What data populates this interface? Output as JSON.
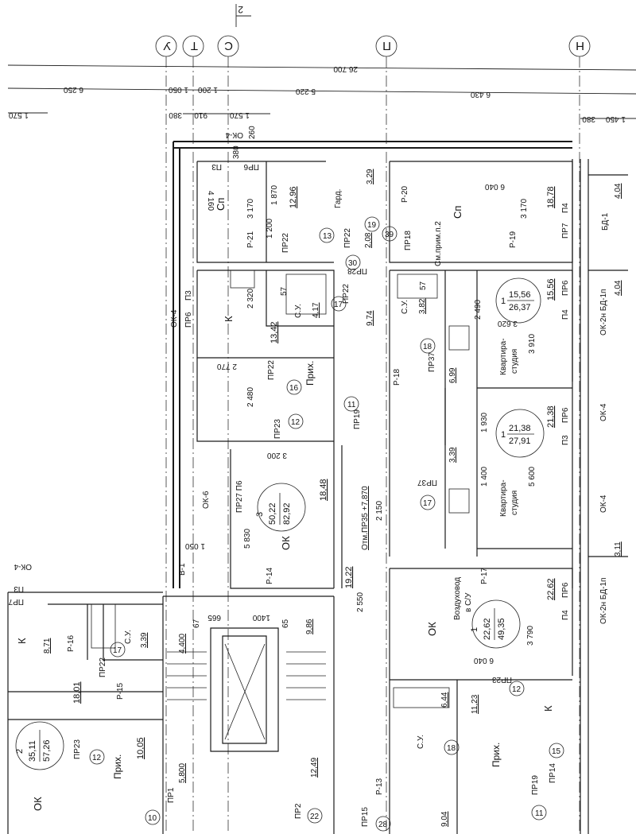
{
  "section_marker": "2",
  "axes": [
    "У",
    "Т",
    "С",
    "П",
    "Н"
  ],
  "dims_top": {
    "total": "26 700",
    "d1": "6 250",
    "d2": "1 050",
    "d3": "1 200",
    "d4": "5 220",
    "d5": "6 430",
    "s1": "1 570",
    "s2": "380",
    "s3": "910",
    "s4": "1 570",
    "s5": "380",
    "s6": "1 450",
    "ok4": "ОК-4",
    "w260": "260",
    "w380": "380"
  },
  "bedroom_left": {
    "name": "Сп",
    "area": "12,96",
    "tag": "Р-21",
    "door": "ПР22",
    "w": "4 160",
    "h1": "1 870",
    "h2": "3 170",
    "h3": "1 200",
    "p3": "П3",
    "pr6": "ПР6"
  },
  "wardrobe": {
    "name": "Гард.",
    "area": "3,29",
    "area2": "2,08",
    "door": "ПР22",
    "mark": "13",
    "mark2": "30"
  },
  "bedroom_right": {
    "name": "Сп",
    "tag": "Р-20",
    "door": "ПР18",
    "note": "См.прим.п.2",
    "w": "6 040",
    "h": "3 170",
    "tag2": "Р-19",
    "area": "18,78",
    "mark": "19",
    "mark2": "39",
    "p4": "П4",
    "pr7": "ПР7",
    "bd": "БД-1"
  },
  "kitchen": {
    "name": "К",
    "area": "13,42",
    "h": "2 320",
    "w": "2 770",
    "h2": "2 480",
    "p3": "П3",
    "pr6": "ПР6",
    "ok": "ОК-4"
  },
  "bath1": {
    "name": "С.У.",
    "area": "4,17",
    "n57": "57",
    "mark": "17",
    "door": "ПР22",
    "door2": "ПР28"
  },
  "hall1": {
    "name": "Прих.",
    "area": "9,74",
    "mark": "16",
    "door": "ПР22",
    "mark2": "12",
    "door2": "ПР23",
    "door3": "ПР19",
    "mark3": "11"
  },
  "bath2": {
    "name": "С.У.",
    "area": "3,82",
    "n57": "57",
    "mark": "18",
    "door": "ПР37",
    "kitchenette": "6,99",
    "tag": "Р-18"
  },
  "studio1": {
    "num": "1",
    "living": "15,56",
    "total": "26,37",
    "name1": "Квартира-",
    "name2": "студия",
    "area": "15,56",
    "w": "3 620",
    "h": "3 910",
    "h2": "2 490",
    "pr6": "ПР6",
    "p4": "П4",
    "window": "ОК-2н БД-1п",
    "n404": "4,04"
  },
  "studio2": {
    "num": "1",
    "living": "21,38",
    "total": "27,91",
    "name1": "Квартира-",
    "name2": "студия",
    "area": "21,38",
    "h": "5 600",
    "h2": "1 930",
    "h3": "1 400",
    "p3": "П3",
    "pr6": "ПР6",
    "ok": "ОК-4",
    "hall": "3,39",
    "mark": "17",
    "door": "ПР37",
    "ok2": "ОК-4"
  },
  "apt3": {
    "num": "3",
    "living": "50,22",
    "total": "82,92",
    "name": "ОК",
    "area": "18,48",
    "tag": "Р-14",
    "h": "5 830",
    "w": "3 200",
    "door": "ПР27 П6",
    "ok6": "ОК-6",
    "w1050": "1 050",
    "b1": "В-1",
    "level": "Отм.ПР35 +7,870",
    "corr": "19,22",
    "d2150": "2 150",
    "d2550": "2 550"
  },
  "apt1b": {
    "num": "1",
    "living": "22,62",
    "total": "49,35",
    "name": "ОК",
    "duct1": "Воздуховод",
    "duct2": "в С/У",
    "tag": "Р-17",
    "area": "22,62",
    "h": "3 790",
    "w": "6 040",
    "window": "ОК-2н БД-1п",
    "n311": "3,11",
    "p4": "П4",
    "pr6": "ПР6"
  },
  "stairs": {
    "s1": "4,400",
    "s2": "9,86",
    "s3": "12,49",
    "s4": "5,800",
    "n67": "67",
    "n65": "65",
    "n665": "665",
    "n1400": "1400"
  },
  "left_apt": {
    "num": "2",
    "living": "35,11",
    "total": "57,26",
    "name": "ОК",
    "kitchen": "К",
    "k_area": "8,71",
    "tag1": "Р-16",
    "bath": "С.У.",
    "b_area": "3,39",
    "mark": "17",
    "tag2": "Р-15",
    "door": "ПР22",
    "corr": "18,01",
    "hall": "Прих.",
    "h_area": "10,05",
    "mark2": "12",
    "door2": "ПР23",
    "pr1": "ПР1",
    "mark3": "10",
    "ok4": "ОК-4",
    "pr7": "ПР7",
    "p3": "П3"
  },
  "bottom_right": {
    "area1": "6,44",
    "bath": "С.У.",
    "mark": "18",
    "area2": "9,04",
    "hall": "Прих.",
    "area3": "11,23",
    "kitchen": "К",
    "mark2": "15",
    "door": "ПР14",
    "door2": "ПР19",
    "mark3": "11",
    "mark4": "12",
    "door3": "ПР23",
    "tag": "Р-13",
    "mark5": "28",
    "door4": "ПР15",
    "mark6": "22",
    "door5": "ПР2"
  }
}
